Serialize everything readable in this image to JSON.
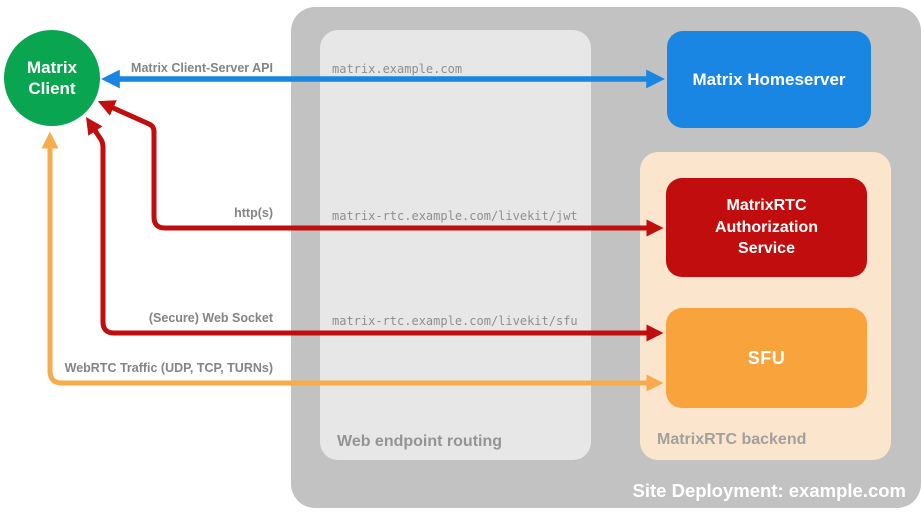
{
  "colors": {
    "client_green": "#0aa550",
    "homeserver_blue": "#1886e2",
    "service_red": "#c10d0d",
    "sfu_orange": "#f9a33c",
    "webrtc_orange": "#f8ab4c",
    "backend_peach": "#fce5cd",
    "site_gray": "#c2c2c2",
    "routing_gray": "#e7e7e7"
  },
  "client": {
    "label": "Matrix Client"
  },
  "site": {
    "label": "Site Deployment: example.com",
    "homeserver": {
      "label": "Matrix Homeserver"
    },
    "routing": {
      "label": "Web endpoint routing",
      "endpoints": [
        "matrix.example.com",
        "matrix-rtc.example.com/livekit/jwt",
        "matrix-rtc.example.com/livekit/sfu"
      ]
    },
    "backend": {
      "label": "MatrixRTC backend",
      "auth_service": {
        "label": "MatrixRTC Authorization Service"
      },
      "sfu": {
        "label": "SFU"
      }
    }
  },
  "arrows": [
    {
      "label": "Matrix Client-Server API",
      "color": "#1886e2",
      "from": "Matrix Client",
      "to": "Matrix Homeserver",
      "via": "matrix.example.com",
      "bidirectional": true
    },
    {
      "label": "http(s)",
      "color": "#c10d0d",
      "from": "Matrix Client",
      "to": "MatrixRTC Authorization Service",
      "via": "matrix-rtc.example.com/livekit/jwt",
      "bidirectional": true
    },
    {
      "label": "(Secure) Web Socket",
      "color": "#c10d0d",
      "from": "Matrix Client",
      "to": "SFU",
      "via": "matrix-rtc.example.com/livekit/sfu",
      "bidirectional": true
    },
    {
      "label": "WebRTC Traffic (UDP, TCP, TURNs)",
      "color": "#f8ab4c",
      "from": "Matrix Client",
      "to": "SFU",
      "bidirectional": true
    }
  ]
}
